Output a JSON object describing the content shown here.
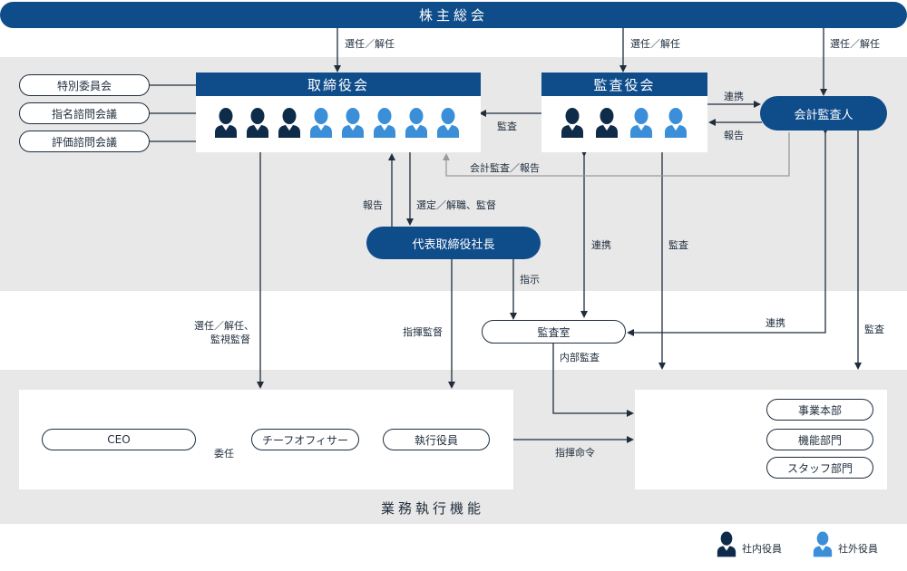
{
  "colors": {
    "navy": "#0f4c8a",
    "internal": "#0f2b4a",
    "external": "#3a8fd8",
    "band": "#e8e8e8",
    "gray_line": "#9a9a9a"
  },
  "top_bar": {
    "title": "株主総会"
  },
  "governance": {
    "board": {
      "title": "取締役会",
      "internal_count": 3,
      "external_count": 5
    },
    "audit_board": {
      "title": "監査役会",
      "internal_count": 2,
      "external_count": 2
    },
    "auditor": {
      "label": "会計監査人"
    },
    "president": {
      "label": "代表取締役社長"
    },
    "committees": [
      "特別委員会",
      "指名諮問会議",
      "評価諮問会議"
    ]
  },
  "audit_office": {
    "label": "監査室"
  },
  "execution": {
    "title": "業務執行機能",
    "flow": [
      "CEO",
      "チーフオフィサー",
      "執行役員"
    ],
    "departments": [
      "事業本部",
      "機能部門",
      "スタッフ部門"
    ]
  },
  "edge_labels": {
    "elect1": "選任／解任",
    "elect2": "選任／解任",
    "elect3": "選任／解任",
    "renkei1": "連携",
    "houkoku1": "報告",
    "kansa1": "監査",
    "kaikei": "会計監査／報告",
    "houkoku2": "報告",
    "senntei": "選定／解職、監督",
    "renkei2": "連携",
    "kansa2": "監査",
    "shiji": "指示",
    "board_exec_1": "選任／解任、",
    "board_exec_2": "監視監督",
    "shiki": "指揮監督",
    "renkei3": "連携",
    "kansa3": "監査",
    "naibu": "内部監査",
    "inin": "委任",
    "shiki_meirei": "指揮命令"
  },
  "legend": {
    "internal": "社内役員",
    "external": "社外役員"
  }
}
